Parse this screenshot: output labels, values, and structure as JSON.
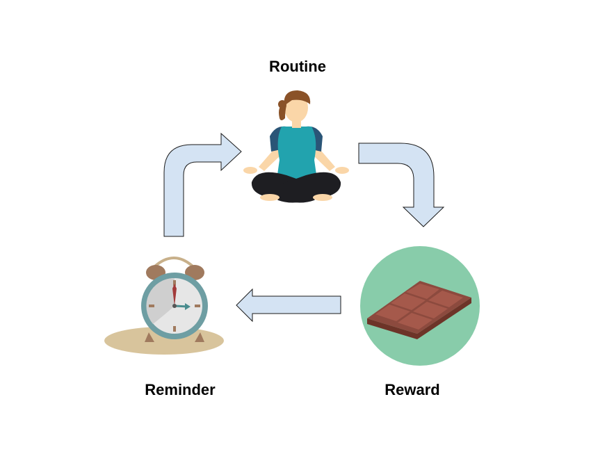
{
  "labels": {
    "routine": "Routine",
    "reminder": "Reminder",
    "reward": "Reward"
  },
  "colors": {
    "arrow_fill": "#d4e3f3",
    "arrow_stroke": "#1a1a1a",
    "reward_circle": "#88ccaa",
    "chocolate": "#8c4a3e",
    "chocolate_light": "#a5594b",
    "clock_ring": "#6e9ea3",
    "clock_bell": "#a07a5e",
    "shadow": "#d8c49c",
    "shirt": "#22a3ae",
    "sleeve": "#2a5577",
    "pants": "#1e1e22",
    "skin": "#fad6a8",
    "hair": "#8a5228"
  },
  "icons": [
    "meditation-figure-icon",
    "chocolate-bar-icon",
    "alarm-clock-icon"
  ]
}
